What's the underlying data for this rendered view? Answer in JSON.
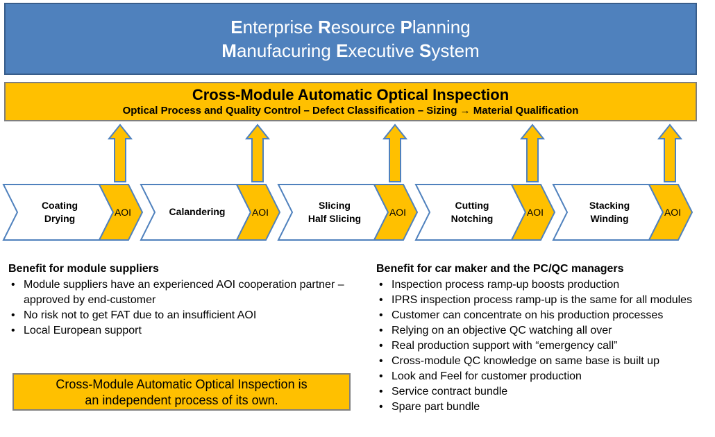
{
  "header": {
    "erp_initial1": "E",
    "erp_rest1": "nterprise ",
    "erp_initial2": "R",
    "erp_rest2": "esource ",
    "erp_initial3": "P",
    "erp_rest3": "lanning",
    "mes_initial1": "M",
    "mes_rest1": "anufacuring ",
    "mes_initial2": "E",
    "mes_rest2": "xecutive ",
    "mes_initial3": "S",
    "mes_rest3": "ystem"
  },
  "aoi_bar": {
    "title": "Cross-Module Automatic Optical Inspection",
    "subtitle": "Optical Process and Quality Control – Defect Classification – Sizing → Material Qualification"
  },
  "process": {
    "steps": [
      {
        "line1": "Coating",
        "line2": "Drying"
      },
      {
        "line1": "Calandering",
        "line2": ""
      },
      {
        "line1": "Slicing",
        "line2": "Half Slicing"
      },
      {
        "line1": "Cutting",
        "line2": "Notching"
      },
      {
        "line1": "Stacking",
        "line2": "Winding"
      }
    ],
    "aoi_label": "AOI"
  },
  "benefits_suppliers": {
    "title": "Benefit for module suppliers",
    "items": [
      "Module suppliers have an experienced AOI cooperation partner – approved by end-customer",
      "No risk not to get FAT due to an insufficient AOI",
      "Local European support"
    ]
  },
  "benefits_carmaker": {
    "title": "Benefit for car maker and the PC/QC managers",
    "items": [
      "Inspection process ramp-up boosts production",
      "IPRS inspection process ramp-up is the same for all modules",
      "Customer can concentrate on his production processes",
      "Relying on an objective QC watching all over",
      "Real production support with “emergency call”",
      "Cross-module QC knowledge on same base is built up",
      "Look and Feel for customer production",
      "Service contract bundle",
      "Spare part bundle"
    ]
  },
  "note": {
    "line1": "Cross-Module Automatic Optical Inspection is",
    "line2": "an independent process of its own."
  },
  "colors": {
    "erp_blue": "#4f81bd",
    "aoi_orange": "#ffc000",
    "chevron_border": "#4f81bd"
  }
}
